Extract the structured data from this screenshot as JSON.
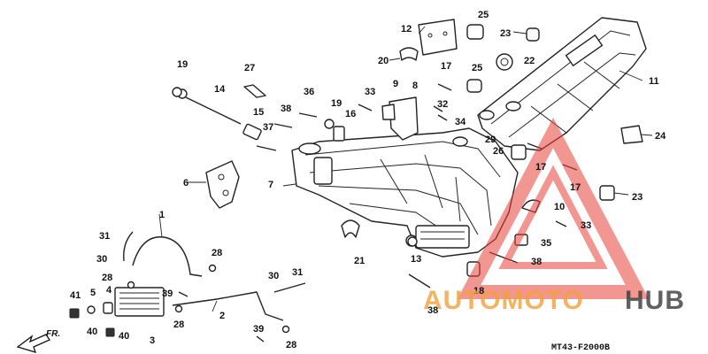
{
  "diagram_code": "MT43-F2000B",
  "direction_label": "FR.",
  "watermark": {
    "part1": "AUTOMOTO",
    "part2": "HUB",
    "color1": "#f2a13a",
    "color2": "#3a3a3a",
    "triangle_color": "#e8413a"
  },
  "callouts": [
    {
      "id": "c1",
      "label": "1"
    },
    {
      "id": "c2",
      "label": "2"
    },
    {
      "id": "c3",
      "label": "3"
    },
    {
      "id": "c4",
      "label": "4"
    },
    {
      "id": "c5",
      "label": "5"
    },
    {
      "id": "c6",
      "label": "6"
    },
    {
      "id": "c7",
      "label": "7"
    },
    {
      "id": "c8",
      "label": "8"
    },
    {
      "id": "c9",
      "label": "9"
    },
    {
      "id": "c10",
      "label": "10"
    },
    {
      "id": "c11",
      "label": "11"
    },
    {
      "id": "c12",
      "label": "12"
    },
    {
      "id": "c13",
      "label": "13"
    },
    {
      "id": "c14",
      "label": "14"
    },
    {
      "id": "c15",
      "label": "15"
    },
    {
      "id": "c16",
      "label": "16"
    },
    {
      "id": "c17a",
      "label": "17"
    },
    {
      "id": "c17b",
      "label": "17"
    },
    {
      "id": "c17c",
      "label": "17"
    },
    {
      "id": "c18",
      "label": "18"
    },
    {
      "id": "c19a",
      "label": "19"
    },
    {
      "id": "c19b",
      "label": "19"
    },
    {
      "id": "c20",
      "label": "20"
    },
    {
      "id": "c21",
      "label": "21"
    },
    {
      "id": "c22",
      "label": "22"
    },
    {
      "id": "c23a",
      "label": "23"
    },
    {
      "id": "c23b",
      "label": "23"
    },
    {
      "id": "c24",
      "label": "24"
    },
    {
      "id": "c25a",
      "label": "25"
    },
    {
      "id": "c25b",
      "label": "25"
    },
    {
      "id": "c26",
      "label": "26"
    },
    {
      "id": "c27",
      "label": "27"
    },
    {
      "id": "c28a",
      "label": "28"
    },
    {
      "id": "c28b",
      "label": "28"
    },
    {
      "id": "c28c",
      "label": "28"
    },
    {
      "id": "c28d",
      "label": "28"
    },
    {
      "id": "c29",
      "label": "29"
    },
    {
      "id": "c30a",
      "label": "30"
    },
    {
      "id": "c30b",
      "label": "30"
    },
    {
      "id": "c31a",
      "label": "31"
    },
    {
      "id": "c31b",
      "label": "31"
    },
    {
      "id": "c32",
      "label": "32"
    },
    {
      "id": "c33a",
      "label": "33"
    },
    {
      "id": "c33b",
      "label": "33"
    },
    {
      "id": "c34",
      "label": "34"
    },
    {
      "id": "c35",
      "label": "35"
    },
    {
      "id": "c36",
      "label": "36"
    },
    {
      "id": "c37",
      "label": "37"
    },
    {
      "id": "c38a",
      "label": "38"
    },
    {
      "id": "c38b",
      "label": "38"
    },
    {
      "id": "c38c",
      "label": "38"
    },
    {
      "id": "c39a",
      "label": "39"
    },
    {
      "id": "c39b",
      "label": "39"
    },
    {
      "id": "c40a",
      "label": "40"
    },
    {
      "id": "c40b",
      "label": "40"
    },
    {
      "id": "c41",
      "label": "41"
    }
  ]
}
